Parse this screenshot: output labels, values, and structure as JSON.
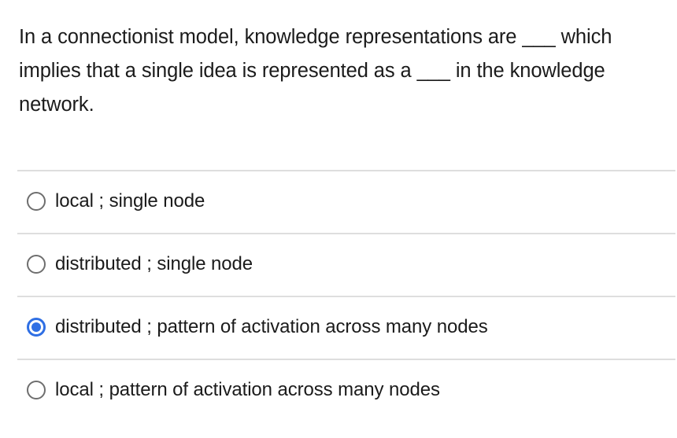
{
  "question": {
    "text": "In a connectionist model, knowledge representations are ___ which implies that a single idea is represented as a ___ in the knowledge network."
  },
  "answers": {
    "selected_index": 2,
    "accent_color": "#2f6fe4",
    "divider_color": "#dedede",
    "radio_border_color": "#6e6e6e",
    "options": [
      {
        "label": "local ; single node",
        "selected": "false"
      },
      {
        "label": "distributed ; single node",
        "selected": "false"
      },
      {
        "label": "distributed ; pattern of activation across many nodes",
        "selected": "true"
      },
      {
        "label": "local ; pattern of activation across many nodes",
        "selected": "false"
      }
    ]
  }
}
